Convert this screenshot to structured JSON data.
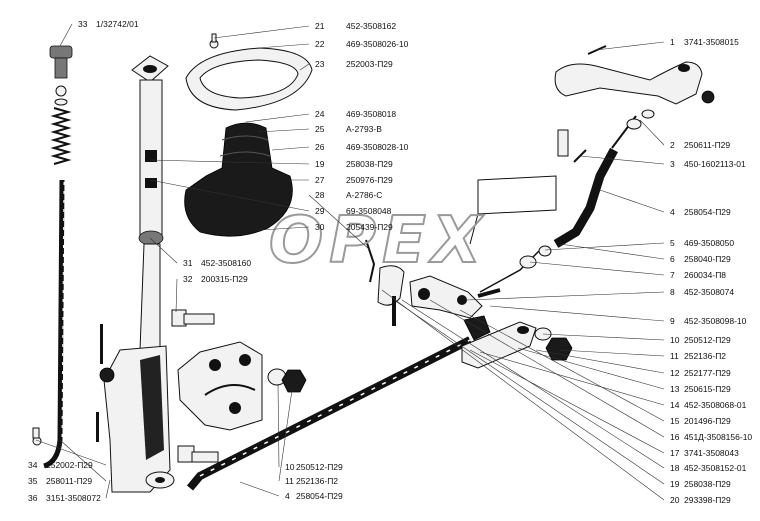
{
  "watermark": "OPEX",
  "callouts": [
    {
      "num": "33",
      "code": "1/32742/01"
    },
    {
      "num": "21",
      "code": "452-3508162"
    },
    {
      "num": "22",
      "code": "469-3508026-10"
    },
    {
      "num": "23",
      "code": "252003-П29"
    },
    {
      "num": "24",
      "code": "469-3508018"
    },
    {
      "num": "25",
      "code": "А-2793-В"
    },
    {
      "num": "26",
      "code": "469-3508028-10"
    },
    {
      "num": "19",
      "code": "258038-П29"
    },
    {
      "num": "27",
      "code": "250976-П29"
    },
    {
      "num": "28",
      "code": "А-2786-С"
    },
    {
      "num": "29",
      "code": "69-3508048"
    },
    {
      "num": "30",
      "code": "205439-П29"
    },
    {
      "num": "31",
      "code": "452-3508160"
    },
    {
      "num": "32",
      "code": "200315-П29"
    },
    {
      "num": "1",
      "code": "3741-3508015"
    },
    {
      "num": "2",
      "code": "250611-П29"
    },
    {
      "num": "3",
      "code": "450-1602113-01"
    },
    {
      "num": "4",
      "code": "258054-П29"
    },
    {
      "num": "5",
      "code": "469-3508050"
    },
    {
      "num": "6",
      "code": "258040-П29"
    },
    {
      "num": "7",
      "code": "260034-П8"
    },
    {
      "num": "8",
      "code": "452-3508074"
    },
    {
      "num": "9",
      "code": "452-3508098-10"
    },
    {
      "num": "10",
      "code": "250512-П29"
    },
    {
      "num": "11",
      "code": "252136-П2"
    },
    {
      "num": "12",
      "code": "252177-П29"
    },
    {
      "num": "13",
      "code": "250615-П29"
    },
    {
      "num": "14",
      "code": "452-3508068-01"
    },
    {
      "num": "15",
      "code": "201496-П29"
    },
    {
      "num": "16",
      "code": "451Д-3508156-10"
    },
    {
      "num": "17",
      "code": "3741-3508043"
    },
    {
      "num": "18",
      "code": "452-3508152-01"
    },
    {
      "num": "19",
      "code": "258038-П29"
    },
    {
      "num": "20",
      "code": "293398-П29"
    },
    {
      "num": "34",
      "code": "252002-П29"
    },
    {
      "num": "35",
      "code": "258011-П29"
    },
    {
      "num": "36",
      "code": "3151-3508072"
    },
    {
      "num": "10",
      "code": "250512-П29"
    },
    {
      "num": "11",
      "code": "252136-П2"
    },
    {
      "num": "4",
      "code": "258054-П29"
    }
  ]
}
